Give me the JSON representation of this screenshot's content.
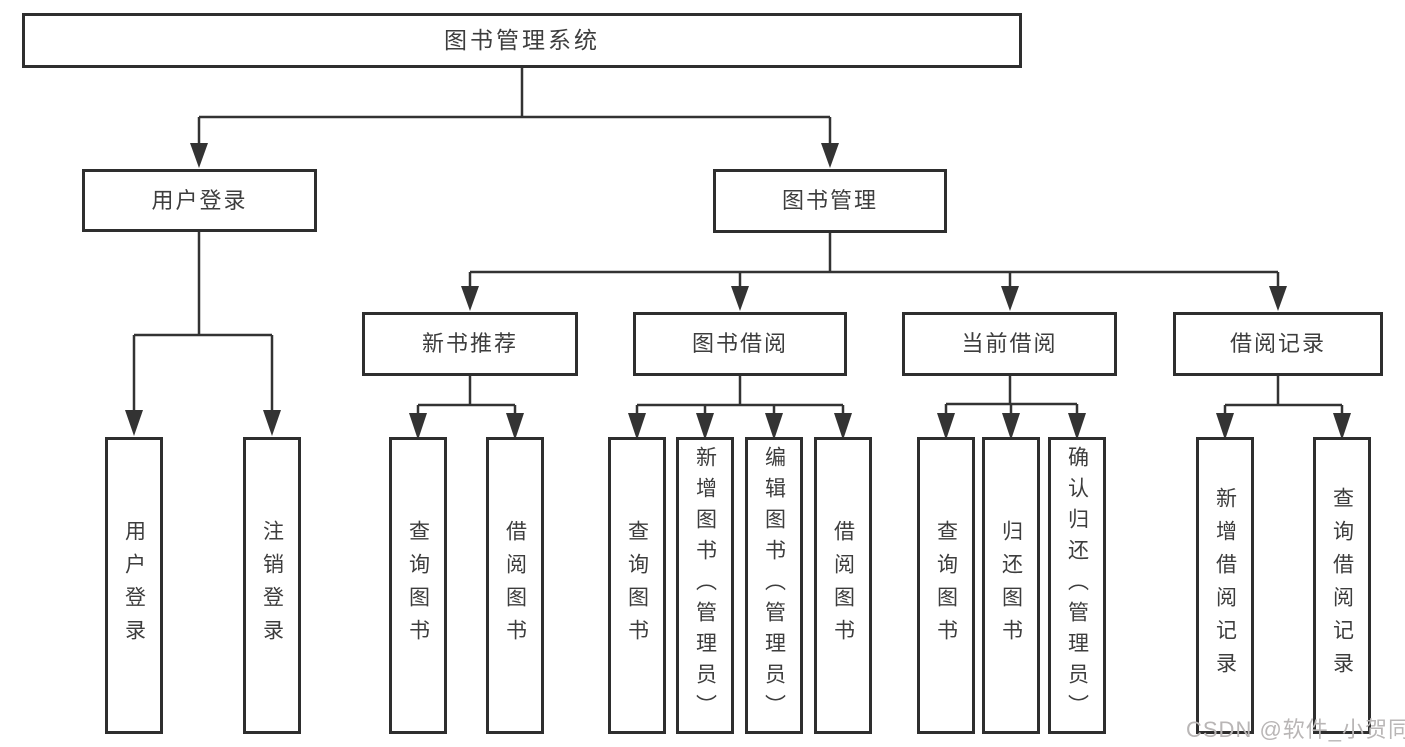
{
  "diagram": {
    "type": "hierarchy-chart",
    "root": {
      "label": "图书管理系统"
    },
    "level2": [
      {
        "id": "user-login",
        "label": "用户登录",
        "parent": "图书管理系统"
      },
      {
        "id": "book-management",
        "label": "图书管理",
        "parent": "图书管理系统"
      }
    ],
    "level3": [
      {
        "id": "new-book-recommend",
        "label": "新书推荐",
        "parent": "图书管理"
      },
      {
        "id": "book-borrow",
        "label": "图书借阅",
        "parent": "图书管理"
      },
      {
        "id": "current-borrow",
        "label": "当前借阅",
        "parent": "图书管理"
      },
      {
        "id": "borrow-records",
        "label": "借阅记录",
        "parent": "图书管理"
      }
    ],
    "leaves": [
      {
        "label": "用户登录",
        "parent": "用户登录"
      },
      {
        "label": "注销登录",
        "parent": "用户登录"
      },
      {
        "label": "查询图书",
        "parent": "新书推荐"
      },
      {
        "label": "借阅图书",
        "parent": "新书推荐"
      },
      {
        "label": "查询图书",
        "parent": "图书借阅"
      },
      {
        "label": "新增图书（管理员）",
        "parent": "图书借阅"
      },
      {
        "label": "编辑图书（管理员）",
        "parent": "图书借阅"
      },
      {
        "label": "借阅图书",
        "parent": "图书借阅"
      },
      {
        "label": "查询图书",
        "parent": "当前借阅"
      },
      {
        "label": "归还图书",
        "parent": "当前借阅"
      },
      {
        "label": "确认归还（管理员）",
        "parent": "当前借阅"
      },
      {
        "label": "新增借阅记录",
        "parent": "借阅记录"
      },
      {
        "label": "查询借阅记录",
        "parent": "借阅记录"
      }
    ],
    "colors": {
      "line": "#333333",
      "box_border": "#2e2e2e",
      "text": "#3d3d3d",
      "watermark_text": "#b9b6b6",
      "background": "#ffffff"
    }
  },
  "watermark": {
    "text": "CSDN @软件_小贺同学"
  }
}
